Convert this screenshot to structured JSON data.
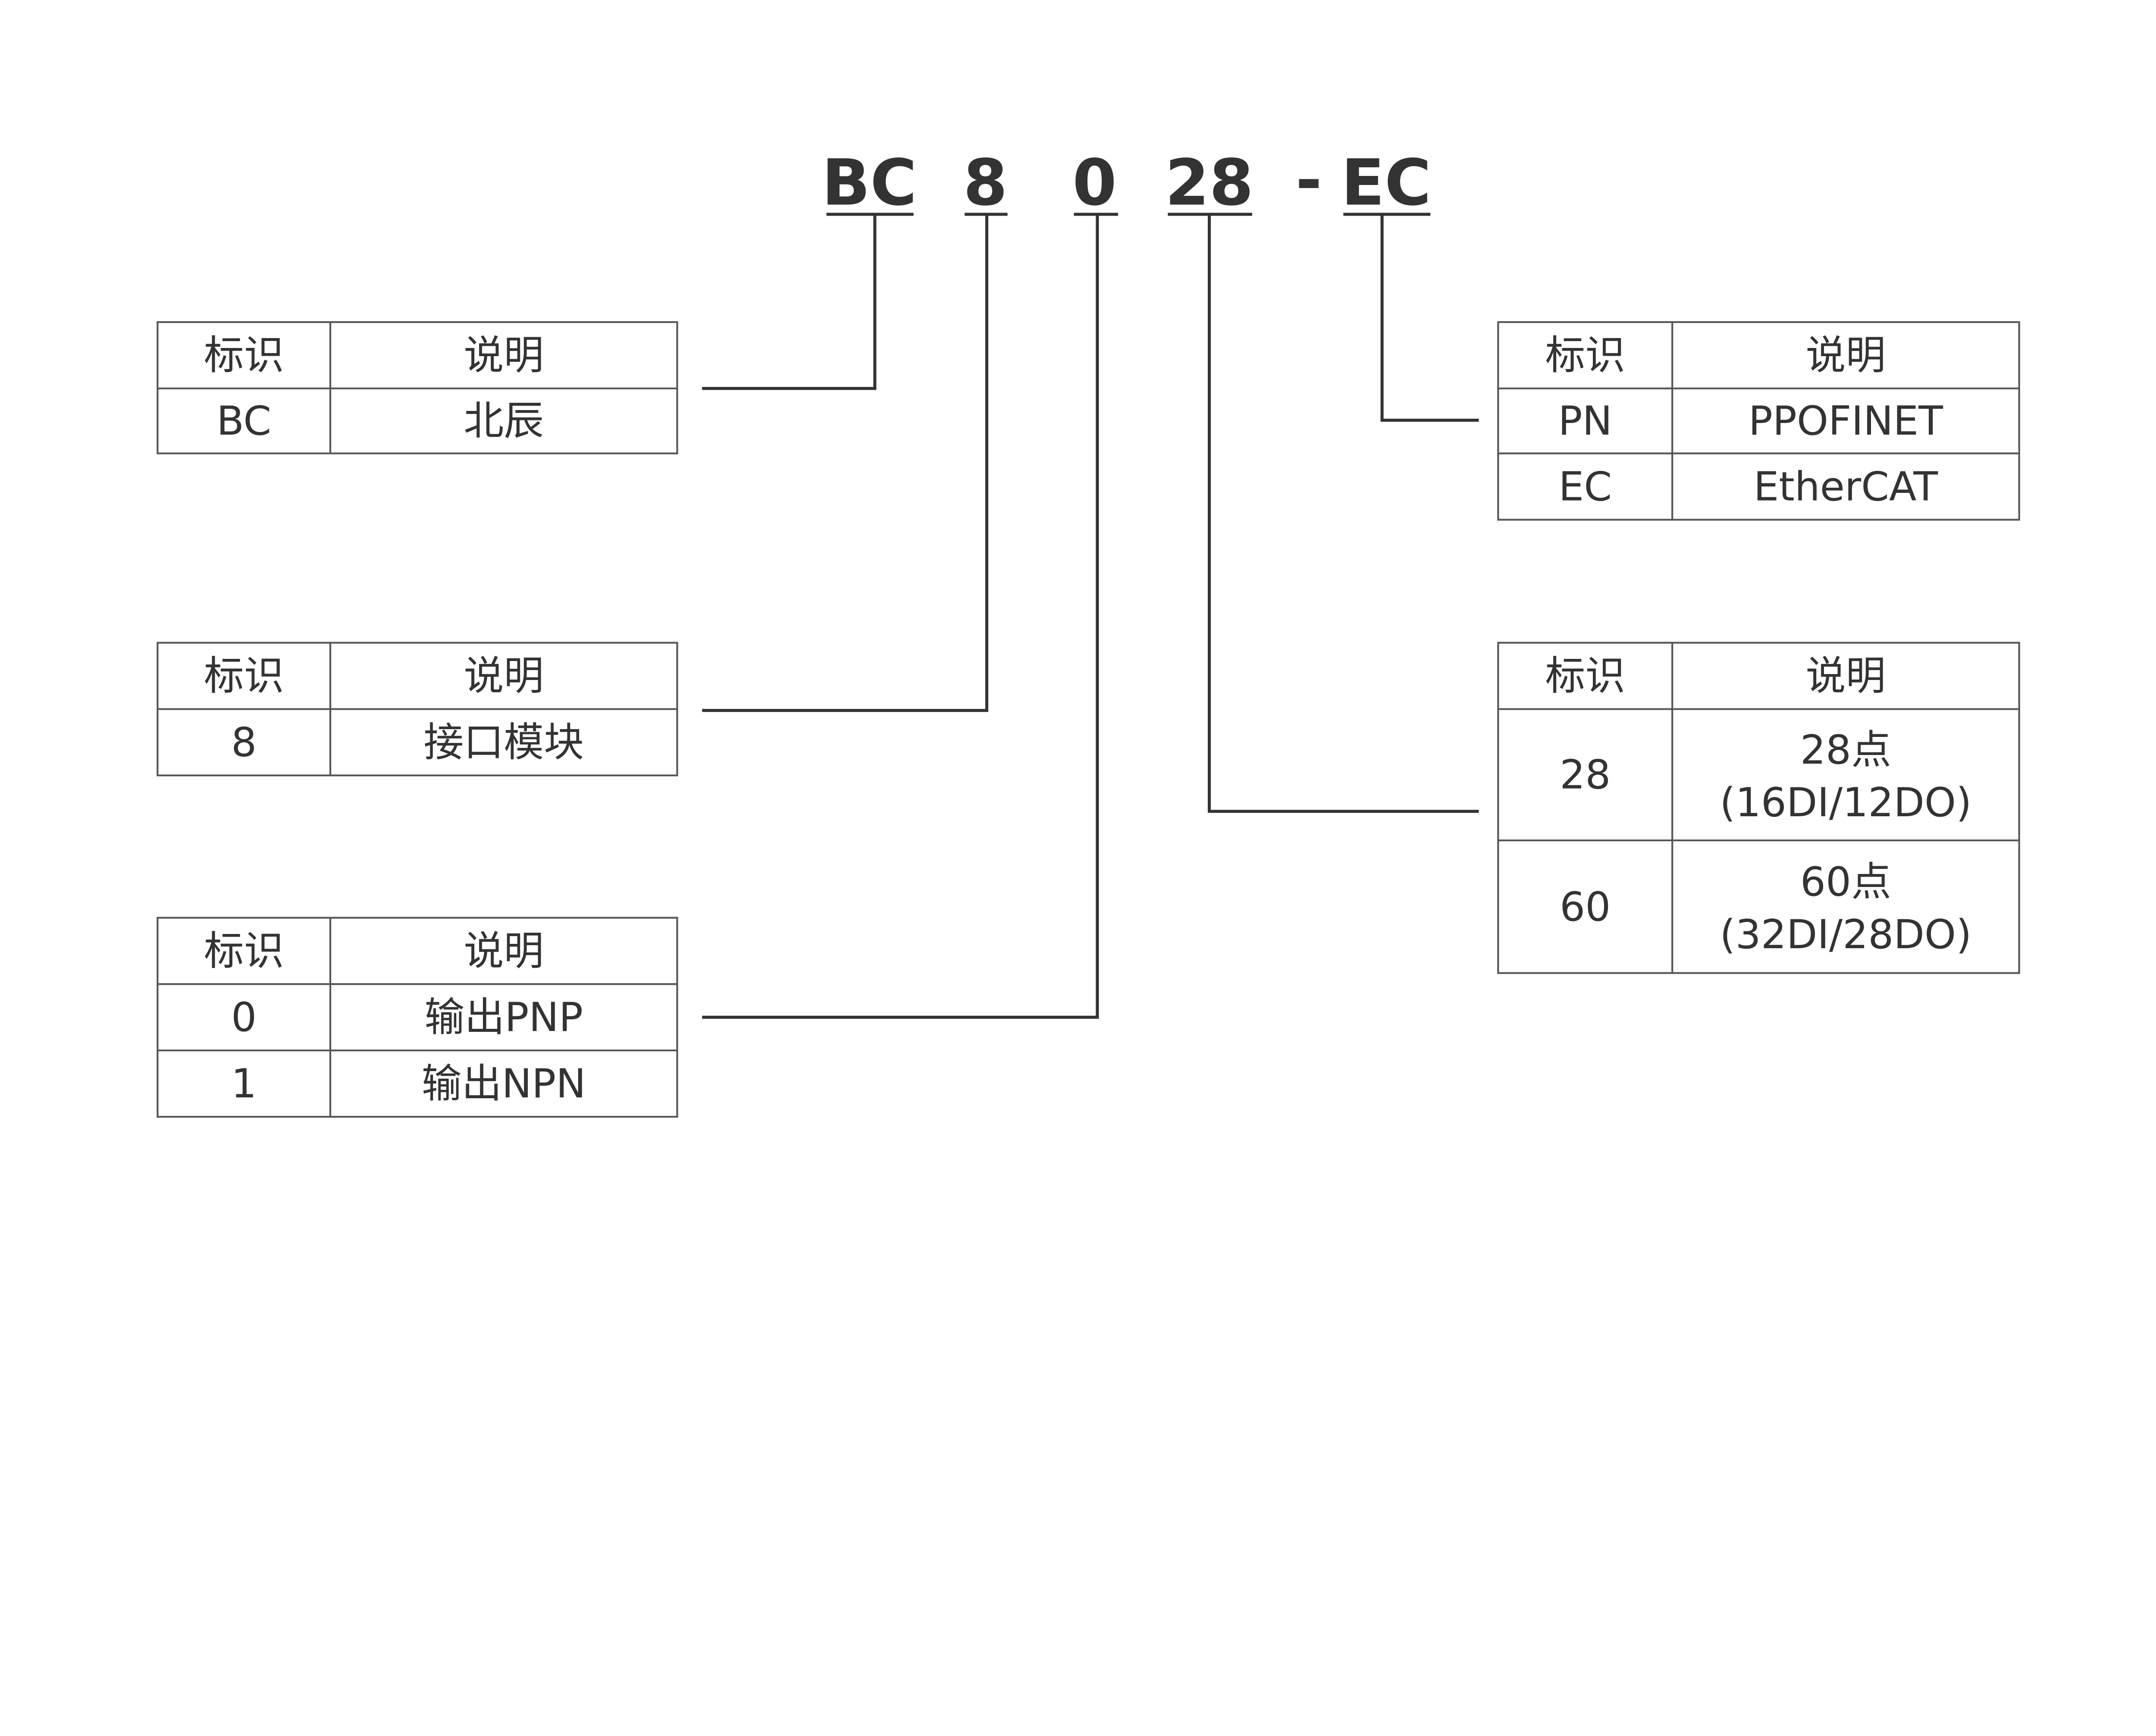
{
  "code_segments": [
    "BC",
    "8",
    "0",
    "28",
    "-",
    "EC"
  ],
  "tables": [
    {
      "id": "bc",
      "header": [
        "标识",
        "说明"
      ],
      "rows": [
        [
          "BC",
          "北辰"
        ]
      ]
    },
    {
      "id": "8",
      "header": [
        "标识",
        "说明"
      ],
      "rows": [
        [
          "8",
          "接口模块"
        ]
      ]
    },
    {
      "id": "0",
      "header": [
        "标识",
        "说明"
      ],
      "rows": [
        [
          "0",
          "输出PNP"
        ],
        [
          "1",
          "输出NPN"
        ]
      ]
    },
    {
      "id": "ec",
      "header": [
        "标识",
        "说明"
      ],
      "rows": [
        [
          "PN",
          "PPOFINET"
        ],
        [
          "EC",
          "EtherCAT"
        ]
      ]
    },
    {
      "id": "28",
      "header": [
        "标识",
        "说明"
      ],
      "rows": [
        [
          "28",
          "28点",
          "(16DI/12DO)"
        ],
        [
          "60",
          "60点",
          "(32DI/28DO)"
        ]
      ]
    }
  ],
  "colors": {
    "line": "#333333",
    "text": "#333333",
    "background": "#ffffff"
  }
}
